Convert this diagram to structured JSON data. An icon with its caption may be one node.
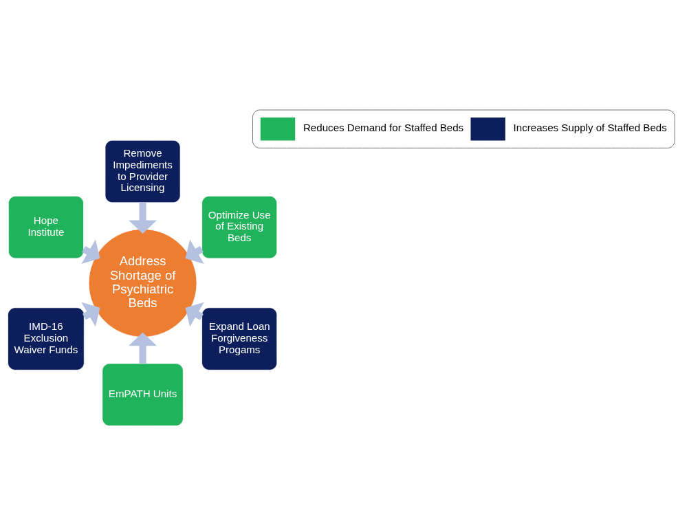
{
  "diagram": {
    "nodes": [
      {
        "text": [
          "Optimize Use of Existing Beds"
        ]
      },
      {
        "text": [
          "Remove Impediments to Provider Licensing"
        ]
      },
      {
        "text": [
          "Hope Institute"
        ]
      },
      {
        "text": [
          "IMD-16 Exclusion Waiver Funds"
        ]
      },
      {
        "text": [
          "EmPATH Units"
        ]
      },
      {
        "text": [
          "Address Shortage of Psychiatric Beds"
        ]
      },
      {
        "text": [
          "Expand Loan Forgiveness Progams"
        ]
      }
    ],
    "edges": [
      {
        "from": 0,
        "to": 5,
        "arrow": "to"
      },
      {
        "from": 1,
        "to": 5,
        "arrow": "to"
      },
      {
        "from": 2,
        "to": 5,
        "arrow": "to"
      },
      {
        "from": 3,
        "to": 5,
        "arrow": "to"
      },
      {
        "from": 4,
        "to": 5,
        "arrow": "to"
      },
      {
        "from": 6,
        "to": 5,
        "arrow": "to"
      }
    ],
    "legend": [
      {
        "text": "Reduces Demand for Staffed Beds",
        "color": "#21b35b"
      },
      {
        "text": "Increases Supply of Staffed Beds",
        "color": "#0c1f5c"
      }
    ]
  }
}
